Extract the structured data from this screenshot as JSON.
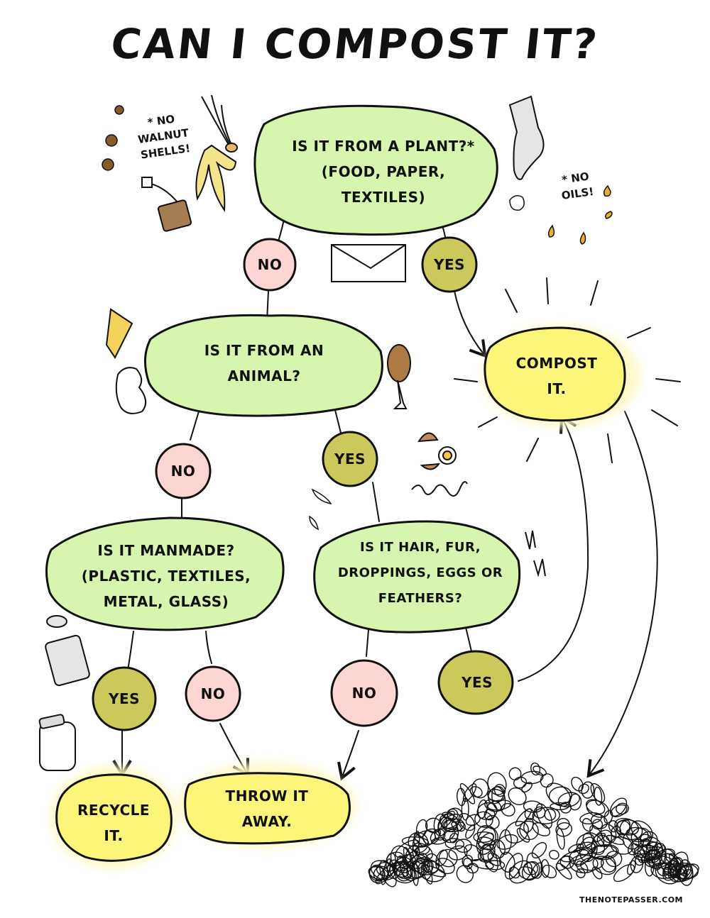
{
  "title": "CAN I COMPOST IT?",
  "nodes": {
    "plant": [
      "IS IT FROM A PLANT?*",
      "(FOOD, PAPER,",
      "TEXTILES)"
    ],
    "animal": [
      "IS IT FROM AN",
      "ANIMAL?"
    ],
    "manmade": [
      "IS IT MANMADE?",
      "(PLASTIC, TEXTILES,",
      "METAL, GLASS)"
    ],
    "hair": [
      "IS IT HAIR, FUR,",
      "DROPPINGS, EGGS OR",
      "FEATHERS?"
    ],
    "compost": [
      "COMPOST",
      "IT."
    ],
    "recycle": [
      "RECYCLE",
      "IT."
    ],
    "throw": [
      "THROW IT",
      "AWAY."
    ]
  },
  "answers": {
    "no": "NO",
    "yes": "YES"
  },
  "notes": {
    "walnut": [
      "* NO",
      "WALNUT",
      "SHELLS!"
    ],
    "oils": [
      "* NO",
      "OILS!"
    ]
  },
  "credit": "THENOTEPASSER.COM",
  "colors": {
    "question_fill": "#d8f5b0",
    "no_fill": "#fdd5d3",
    "yes_fill": "#ccc95c",
    "outcome_fill": "#fbf67a",
    "glow": "#fffbd0",
    "stroke": "#111111"
  }
}
